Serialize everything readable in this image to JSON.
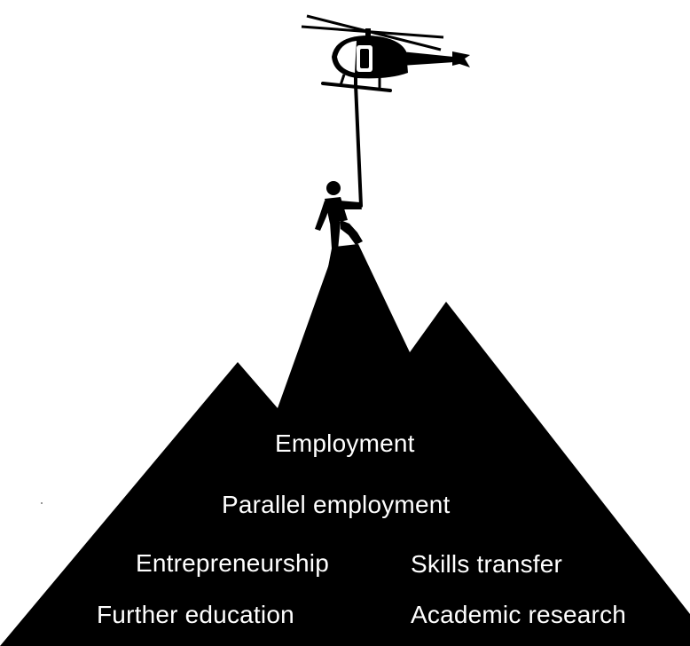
{
  "pathways": {
    "employment": "Employment",
    "parallel_employment": "Parallel employment",
    "entrepreneurship": "Entrepreneurship",
    "skills_transfer": "Skills transfer",
    "further_education": "Further education",
    "academic_research": "Academic research"
  },
  "colors": {
    "silhouette": "#000000",
    "background": "#ffffff",
    "text": "#ffffff"
  },
  "icons": {
    "helicopter": "helicopter-icon",
    "climber": "climber-icon",
    "mountain": "mountain-icon"
  }
}
